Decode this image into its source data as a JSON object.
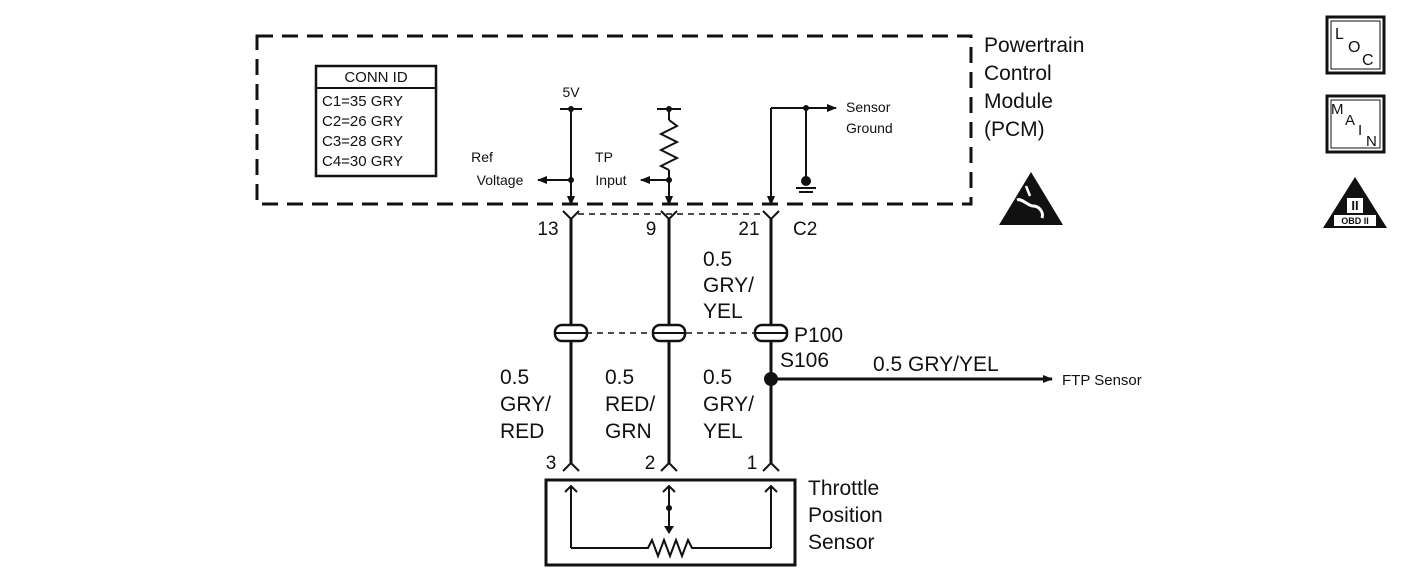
{
  "pcm": {
    "title_line1": "Powertrain",
    "title_line2": "Control",
    "title_line3": "Module",
    "title_line4": "(PCM)"
  },
  "conn_id": {
    "header": "CONN ID",
    "rows": [
      "C1=35 GRY",
      "C2=26 GRY",
      "C3=28 GRY",
      "C4=30 GRY"
    ]
  },
  "internal": {
    "supply_label": "5V",
    "ref_voltage_line1": "Ref",
    "ref_voltage_line2": "Voltage",
    "tp_input_line1": "TP",
    "tp_input_line2": "Input",
    "sensor_ground_line1": "Sensor",
    "sensor_ground_line2": "Ground"
  },
  "pcm_pins": {
    "pin_13": "13",
    "pin_9": "9",
    "pin_21": "21",
    "connector": "C2"
  },
  "wires": {
    "upper_ground_line1": "0.5",
    "upper_ground_line2": "GRY/",
    "upper_ground_line3": "YEL",
    "ref_line1": "0.5",
    "ref_line2": "GRY/",
    "ref_line3": "RED",
    "signal_line1": "0.5",
    "signal_line2": "RED/",
    "signal_line3": "GRN",
    "lower_ground_line1": "0.5",
    "lower_ground_line2": "GRY/",
    "lower_ground_line3": "YEL",
    "branch": "0.5 GRY/YEL"
  },
  "inline_connector": "P100",
  "splice": "S106",
  "ftp_sensor": "FTP Sensor",
  "tps_pins": {
    "pin_3": "3",
    "pin_2": "2",
    "pin_1": "1"
  },
  "tps": {
    "line1": "Throttle",
    "line2": "Position",
    "line3": "Sensor"
  },
  "symbols": {
    "loc_big": "L",
    "loc_sub1": "O",
    "loc_sub2": "C",
    "main_m": "M",
    "main_a": "A",
    "main_i": "I",
    "main_n": "N",
    "obd_roman": "II",
    "obd_label": "OBD II"
  },
  "icons": [
    "esd-warning-icon",
    "loc-icon",
    "main-icon",
    "obd-ii-icon",
    "ground-icon",
    "resistor-icon",
    "potentiometer-icon"
  ]
}
